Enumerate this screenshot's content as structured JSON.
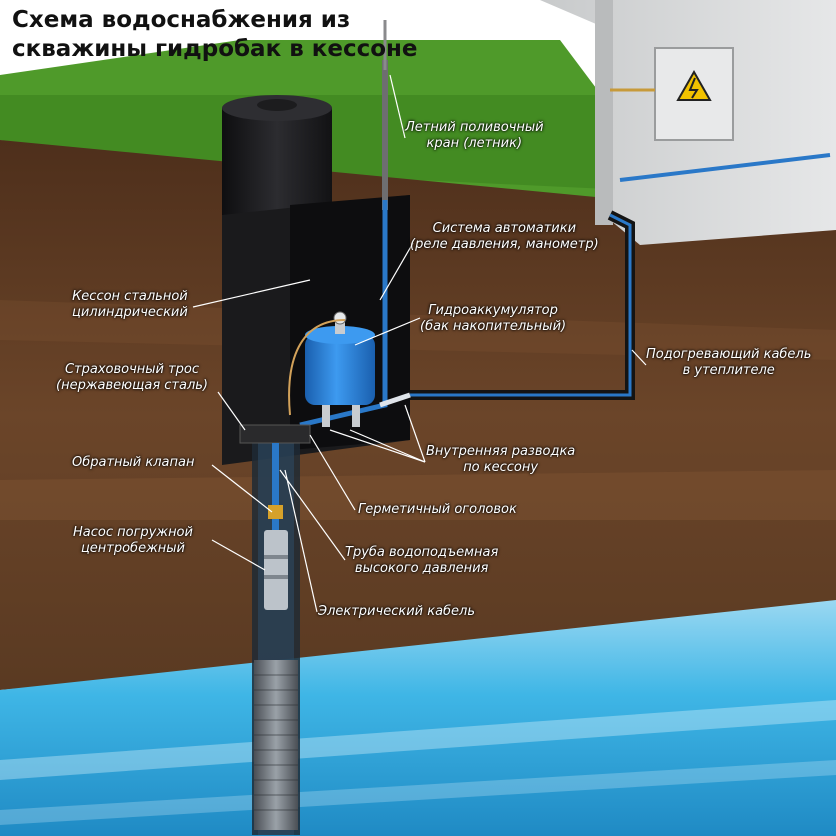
{
  "title": {
    "line1": "Схема водоснабжения из",
    "line2": "скважины гидробак в кессоне"
  },
  "labels": {
    "summer_tap": [
      "Летний поливочный",
      "кран (летник)"
    ],
    "automation": [
      "Система автоматики",
      "(реле давления, манометр)"
    ],
    "caisson": [
      "Кессон стальной",
      "цилиндрический"
    ],
    "accumulator": [
      "Гидроаккумулятор",
      "(бак накопительный)"
    ],
    "heating_cable": [
      "Подогревающий кабель",
      "в утеплителе"
    ],
    "safety_rope": [
      "Страховочный трос",
      "(нержавеющая сталь)"
    ],
    "internal_piping": [
      "Внутренняя разводка",
      "по кессону"
    ],
    "check_valve": [
      "Обратный клапан"
    ],
    "sealed_head": [
      "Герметичный оголовок"
    ],
    "pump": [
      "Насос погружной",
      "центробежный"
    ],
    "riser_pipe": [
      "Труба водоподъемная",
      "высокого давления"
    ],
    "electric_cable": [
      "Электрический кабель"
    ]
  },
  "icons": {
    "warning": "high-voltage-warning-icon"
  },
  "colors": {
    "grass": "#4f9a2a",
    "soil": "#5a3a22",
    "aquifer": "#3fb6e6",
    "pipe": "#2a78c8",
    "tank": "#2a7fd4",
    "caisson": "#1d1d1f",
    "house_wall": "#d9dbdc"
  }
}
